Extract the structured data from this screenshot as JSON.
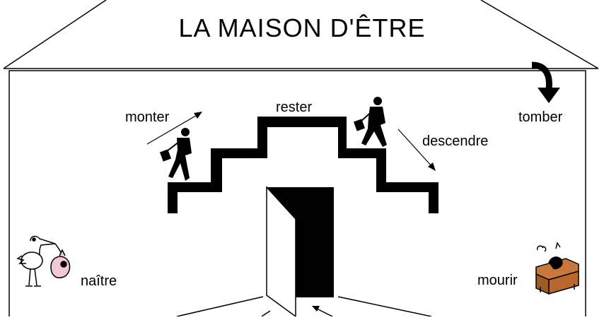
{
  "title": "LA MAISON D'ÊTRE",
  "verbs": {
    "monter": "monter",
    "rester": "rester",
    "descendre": "descendre",
    "tomber": "tomber",
    "naitre": "naître",
    "mourir": "mourir"
  },
  "icons": {
    "stork": "stork-with-baby-icon",
    "coffin": "coffin-icon",
    "walker": "businessman-walking-icon",
    "fall": "curved-down-arrow-icon"
  }
}
